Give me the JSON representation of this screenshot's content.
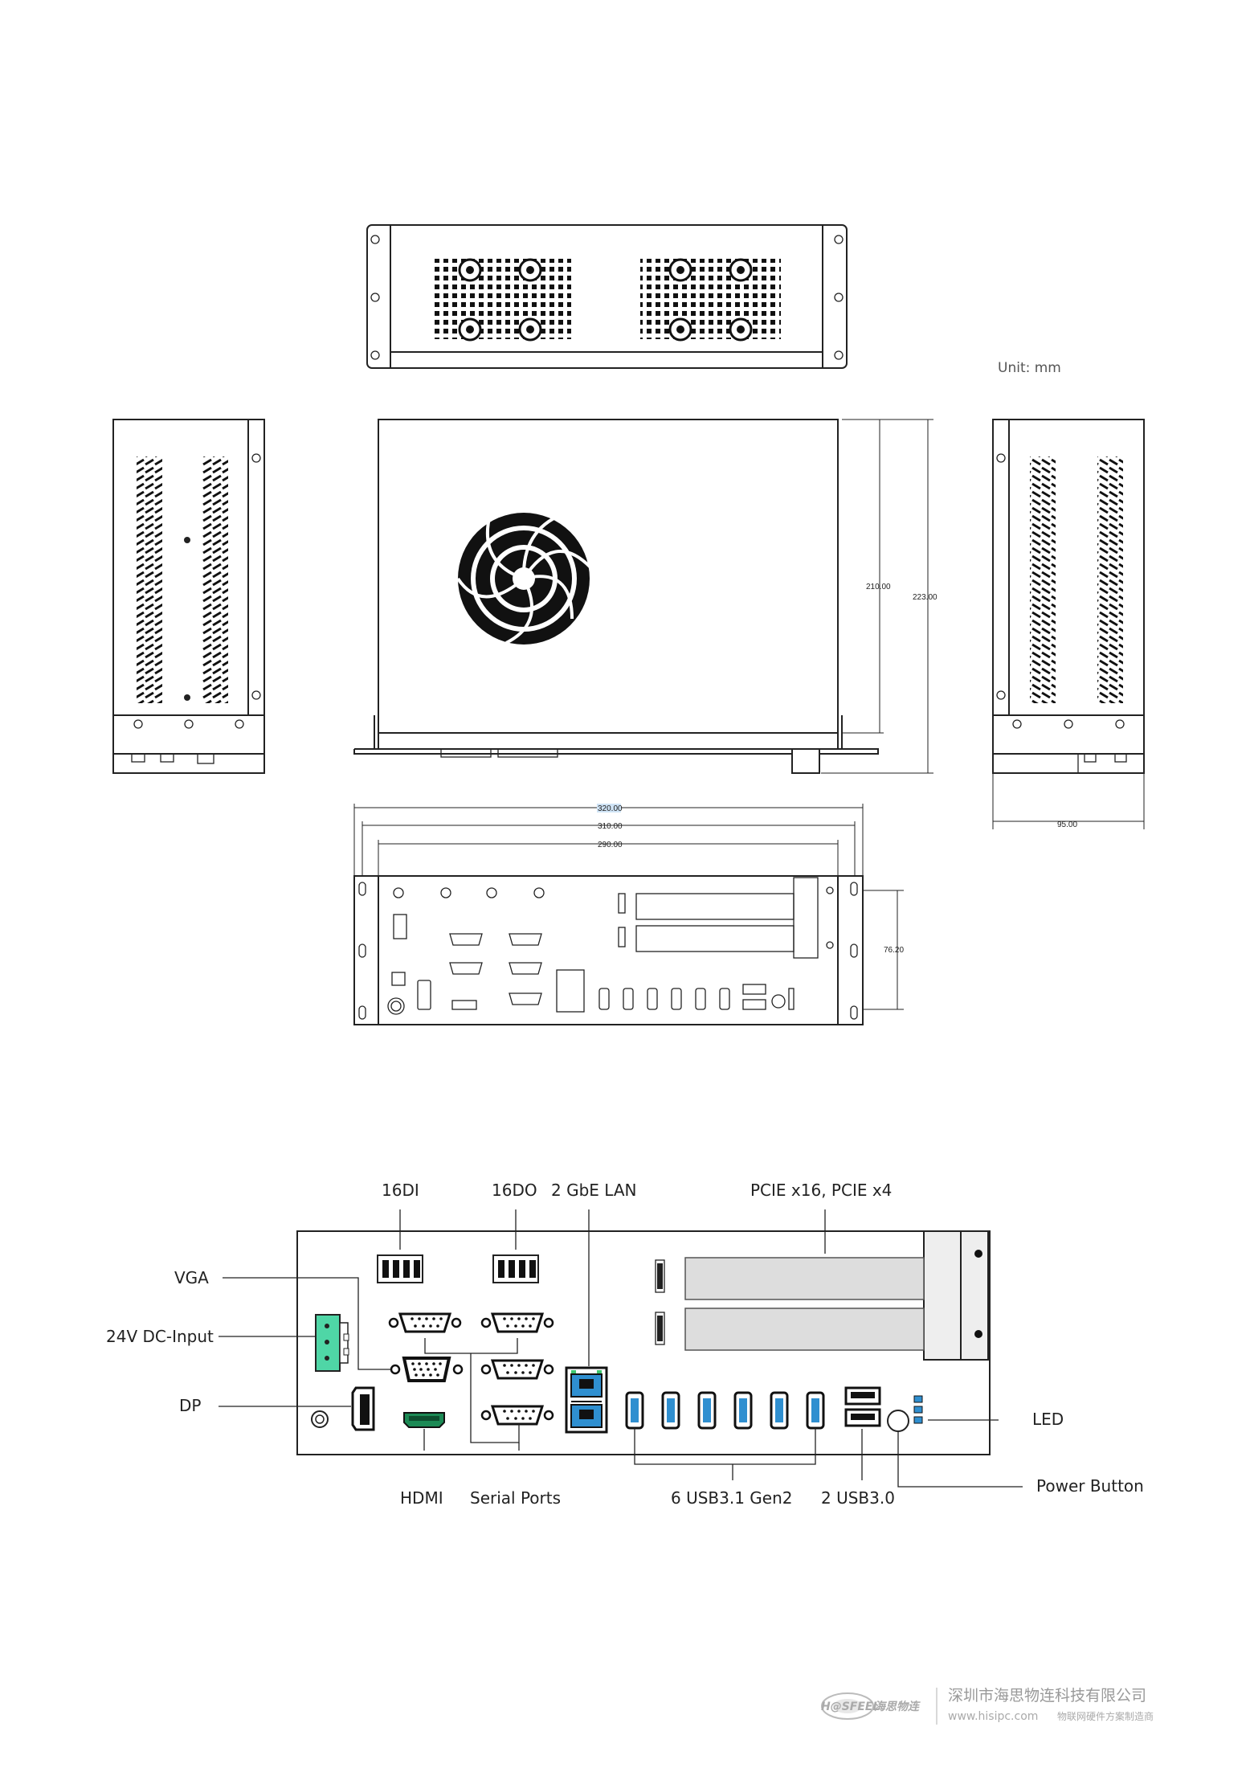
{
  "unit_note": "Unit: mm",
  "dimensions": {
    "depth_inner": "210.00",
    "depth_outer": "223.00",
    "side_width": "95.00",
    "width_overall": "320.00",
    "width_mount": "310.00",
    "width_body": "290.00",
    "height": "76.20"
  },
  "callouts": {
    "di": "16DI",
    "do": "16DO",
    "lan": "2 GbE LAN",
    "pcie": "PCIE x16,  PCIE x4",
    "vga": "VGA",
    "dc_input": "24V DC-Input",
    "dp": "DP",
    "led": "LED",
    "hdmi": "HDMI",
    "serial": "Serial Ports",
    "usb31": "6 USB3.1 Gen2",
    "usb30": "2 USB3.0",
    "power_button": "Power Button"
  },
  "footer": {
    "company_cn": "深圳市海思物连科技有限公司",
    "website": "www.hisipc.com",
    "tagline_cn": "物联网硬件方案制造商",
    "brand_mark": "H@SFEEL",
    "brand_cn": "海思物连"
  },
  "colors": {
    "dc_connector": "#4fd6a6",
    "lan_jack": "#2f8fd0",
    "hdmi_port": "#1c8a55",
    "pcie_slot": "#dddddd"
  }
}
